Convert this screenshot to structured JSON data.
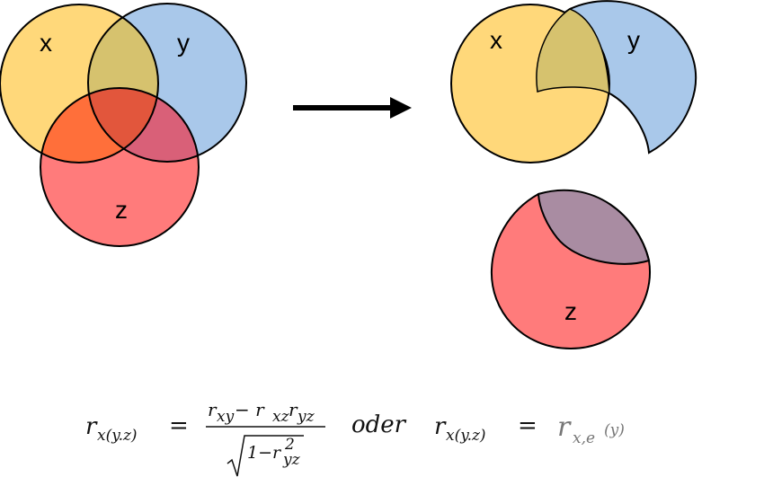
{
  "left_diagram": {
    "label_x": "x",
    "label_y": "y",
    "label_z": "z"
  },
  "right_diagram": {
    "label_x": "x",
    "label_y": "y",
    "label_z": "z"
  },
  "colors": {
    "x_fill": "#FFD87A",
    "y_fill": "#A9C8EA",
    "z_fill": "#FF7B7B",
    "xy_overlap": "#D6C26E",
    "zy_overlap": "#A98CA2",
    "arrow": "#000000"
  },
  "formula": {
    "lhs1_r": "r",
    "lhs1_sub": "x(y.z)",
    "eq1": "=",
    "num": "r",
    "num_sub1": "xy",
    "num_minus": "− r",
    "num_sub2": "xz",
    "num_r3": "r",
    "num_sub3": "yz",
    "den_one": "1−r",
    "den_sub": "yz",
    "den_sup": "2",
    "oder": "oder",
    "lhs2_r": "r",
    "lhs2_sub": "x(y.z)",
    "eq2": "=",
    "rhs_r": "r",
    "rhs_sub": "x,e",
    "rhs_sup": "(y)"
  }
}
